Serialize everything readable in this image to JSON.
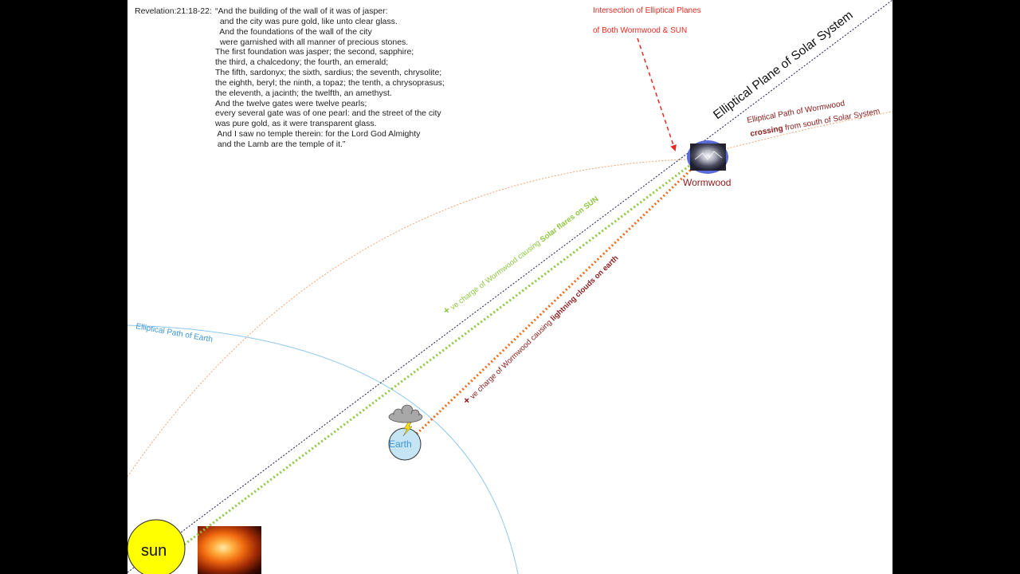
{
  "passage": {
    "reference": "Revelation:21:18-22:",
    "lines": [
      "“And the building of the wall of it was of jasper:",
      "  and the city was pure gold, like unto clear glass.",
      "  And the foundations of the wall of the city",
      "  were garnished with all manner of precious stones.",
      "The first foundation was jasper; the second, sapphire;",
      "the third, a chalcedony; the fourth, an emerald;",
      "The fifth, sardonyx; the sixth, sardius; the seventh, chrysolite;",
      "the eighth, beryl; the ninth, a topaz; the tenth, a chrysoprasus;",
      "the eleventh, a jacinth; the twelfth, an amethyst.",
      "And the twelve gates were twelve pearls;",
      "every several gate was of one pearl: and the street of the city",
      "was pure gold, as it were transparent glass.",
      " And I saw no temple therein: for the Lord God Almighty",
      " and the Lamb are the temple of it.”"
    ]
  },
  "labels": {
    "intersection_line1": "Intersection  of Elliptical Planes",
    "intersection_line2": "of Both Wormwood & SUN",
    "elliptical_plane": "Elliptical Plane of Solar System",
    "wormwood_path": "Elliptical Path of Wormwood",
    "crossing_bold": "crossing",
    "crossing_rest": " from south of Solar System",
    "wormwood": "Wormwood",
    "earth_path": "Elliptical Path of Earth",
    "earth": "Earth",
    "sun": "sun",
    "plus_sign_green": "+",
    "solar_flares_text": " ve charge of Wormwood causing ",
    "solar_flares_bold": "Solar flares on SUN",
    "plus_sign_red": "+",
    "lightning_text": " ve charge of Wormwood causing ",
    "lightning_bold": "lightning clouds on earth"
  },
  "colors": {
    "intersection_red": "#e52a22",
    "dark_red": "#8b1a1a",
    "green_dotted": "#8dc63f",
    "orange_dotted": "#ef6a1a",
    "earth_blue": "#3d95d6",
    "sun_yellow": "#ffff00",
    "wormwood_blue": "#5a6ad8"
  }
}
